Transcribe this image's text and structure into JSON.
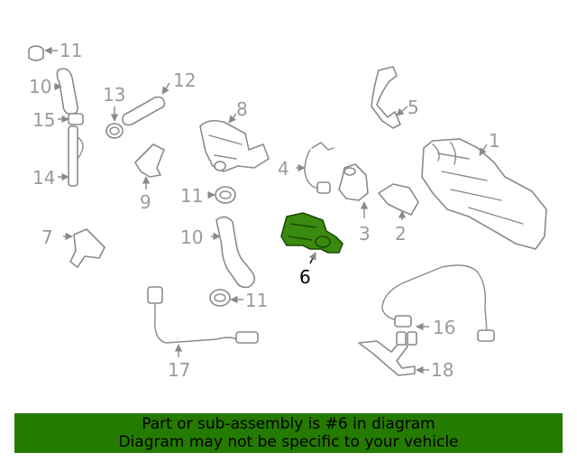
{
  "callouts": {
    "c1": "1",
    "c2": "2",
    "c3": "3",
    "c4": "4",
    "c5": "5",
    "c6": "6",
    "c7": "7",
    "c8": "8",
    "c9": "9",
    "c10a": "10",
    "c10b": "10",
    "c11a": "11",
    "c11b": "11",
    "c11c": "11",
    "c12": "12",
    "c13": "13",
    "c14": "14",
    "c15": "15",
    "c16": "16",
    "c17": "17",
    "c18": "18"
  },
  "highlight": {
    "part": "6",
    "color": "#3a8a10"
  },
  "banner": {
    "line1": "Part or sub-assembly is #6 in diagram",
    "line2": "Diagram may not be specific to your vehicle",
    "color": "#257a00"
  }
}
